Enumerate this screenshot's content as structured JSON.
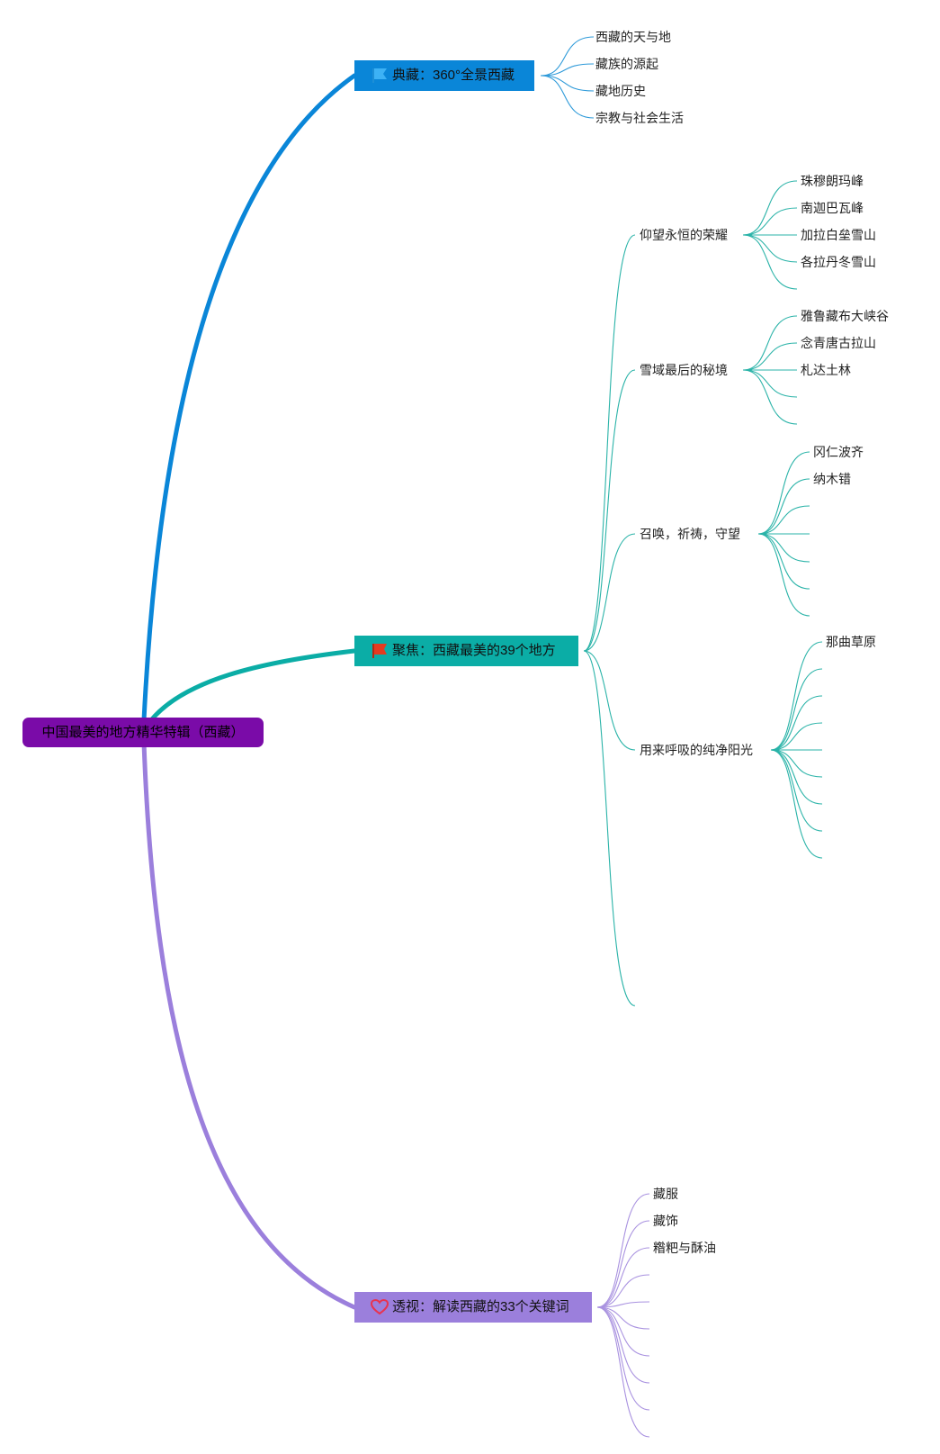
{
  "root": {
    "label": "中国最美的地方精华特辑（西藏）"
  },
  "branches": [
    {
      "label": "典藏：360°全景西藏",
      "icon": "flag-icon",
      "color": "#0a86d8",
      "children": [
        "西藏的天与地",
        "藏族的源起",
        "藏地历史",
        "宗教与社会生活"
      ]
    },
    {
      "label": "聚焦：西藏最美的39个地方",
      "icon": "red-flag-icon",
      "color": "#0bada6",
      "children": [
        {
          "label": "仰望永恒的荣耀",
          "children": [
            "珠穆朗玛峰",
            "南迦巴瓦峰",
            "加拉白垒雪山",
            "各拉丹冬雪山"
          ]
        },
        {
          "label": "雪域最后的秘境",
          "children": [
            "雅鲁藏布大峡谷",
            "念青唐古拉山",
            "札达土林"
          ]
        },
        {
          "label": "召唤，祈祷，守望",
          "children": [
            "冈仁波齐",
            "纳木错"
          ]
        },
        {
          "label": "用来呼吸的纯净阳光",
          "children": [
            "那曲草原"
          ]
        }
      ]
    },
    {
      "label": "透视：解读西藏的33个关键词",
      "icon": "heart-icon",
      "color": "#9b7fdc",
      "children": [
        "藏服",
        "藏饰",
        "糌粑与酥油"
      ]
    }
  ]
}
